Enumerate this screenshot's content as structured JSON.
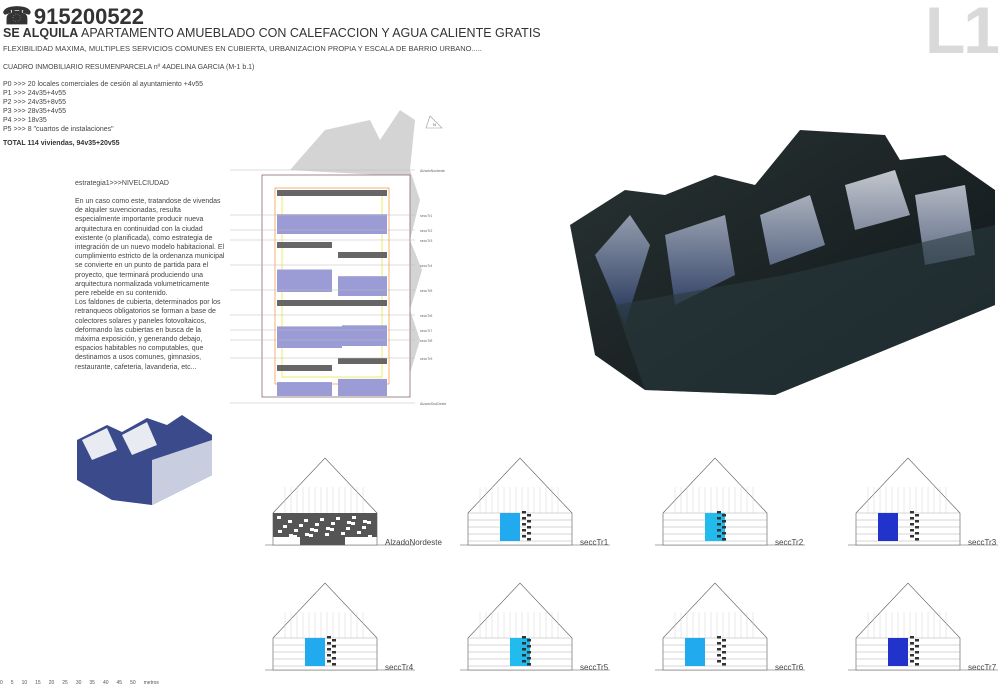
{
  "header": {
    "phone_icon": "telephone-icon",
    "phone": "915200522",
    "headline_bold": "SE ALQUILA",
    "headline_rest": " APARTAMENTO AMUEBLADO CON CALEFACCION Y AGUA CALIENTE GRATIS",
    "subtitle": "FLEXIBILIDAD MAXIMA, MULTIPLES SERVICIOS COMUNES EN CUBIERTA, URBANIZACION PROPIA Y ESCALA DE BARRIO URBANO.....",
    "sheet_id": "L1"
  },
  "summary": {
    "title": "CUADRO INMOBILIARIO RESUMENPARCELA nº 4ADELINA GARCIA (M-1 b.1)",
    "floors": [
      "P0 >>> 20 locales comerciales de cesión al ayuntamiento +4v55",
      "P1 >>> 24v35+4v55",
      "P2 >>> 24v35+8v55",
      "P3 >>> 28v35+4v55",
      "P4 >>> 18v35",
      "P5 >>> 8 \"cuartos de instalaciones\""
    ],
    "total": "TOTAL 114 viviendas, 94v35+20v55"
  },
  "strategy": {
    "title": "estrategia1>>>NIVELCIUDAD",
    "text": "En un caso como este, tratandose de vivendas de alquiler suvencionadas, resulta especialmente importante producir nueva arquitectura en continuidad con la ciudad existente (o planificada), como estrategia de integración de un nuevo modelo habitacional. El cumplimiento estricto de la ordenanza municipal se convierte en un punto de partida para el proyecto, que terminará produciendo una arquitectura normalizada volumetricamente pere rebelde en su contenido.\nLos faldones de cubierta, determinados por los retranqueos obligatorios se forman a base de colectores solares y paneles fotovoltaicos, deformando las cubiertas en busca de la máxima exposición, y generando debajo, espacios habitables no computables, que destinamos a usos comunes, gimnasios, restaurante, cafeteria, lavanderia, etc..."
  },
  "plan": {
    "north": "N",
    "labels": [
      "AlzadoNordeste",
      "seccTr1",
      "seccTr2",
      "seccTr3",
      "seccTr4",
      "seccTr5",
      "seccTr6",
      "seccTr7",
      "seccTr8",
      "seccTr9",
      "AlzadoSudOeste"
    ]
  },
  "sections": [
    {
      "label": "AlzadoNordeste",
      "fill": "#555555"
    },
    {
      "label": "seccTr1",
      "fill": "#22aaee"
    },
    {
      "label": "seccTr2",
      "fill": "#22bbee"
    },
    {
      "label": "seccTr3",
      "fill": "#2233cc"
    },
    {
      "label": "seccTr4",
      "fill": "#22aaee"
    },
    {
      "label": "seccTr5",
      "fill": "#22bbee"
    },
    {
      "label": "seccTr6",
      "fill": "#22aaee"
    },
    {
      "label": "seccTr7",
      "fill": "#2233cc"
    }
  ],
  "scale": {
    "ticks": [
      "0",
      "5",
      "10",
      "15",
      "20",
      "25",
      "30",
      "35",
      "40",
      "45",
      "50"
    ],
    "unit": "metros"
  },
  "colors": {
    "massing_dark": "#1e2a2e",
    "massing_blue": "#3a4f8a",
    "plan_violet": "#9b9bd6"
  }
}
